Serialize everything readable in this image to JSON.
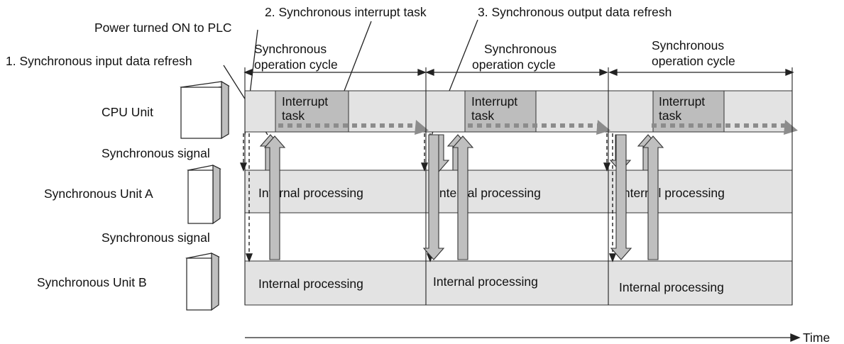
{
  "callouts": {
    "power_on": "Power turned ON to PLC",
    "input_refresh": "1. Synchronous input data refresh",
    "interrupt_task": "2. Synchronous interrupt task",
    "output_refresh": "3. Synchronous output data refresh"
  },
  "cycle_label": {
    "line1": "Synchronous",
    "line2": "operation cycle"
  },
  "rows": {
    "cpu": "CPU Unit",
    "sync_signal_1": "Synchronous signal",
    "unit_a": "Synchronous Unit A",
    "sync_signal_2": "Synchronous signal",
    "unit_b": "Synchronous Unit B"
  },
  "task": {
    "line1": "Interrupt",
    "line2": "task"
  },
  "internal_processing": "Internal processing",
  "axis_label": "Time",
  "colors": {
    "lane_fill": "#e3e3e3",
    "task_fill": "#bdbdbd",
    "arrow_fill": "#bfbfbf",
    "dotted_arrow": "#8c8c8c",
    "line": "#222222"
  }
}
